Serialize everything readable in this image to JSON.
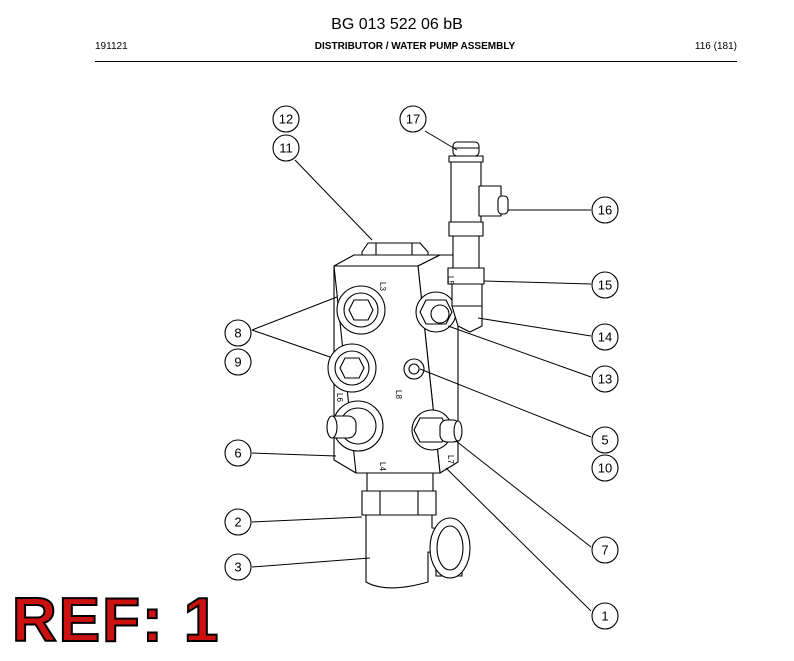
{
  "header": {
    "doc_title": "BG 013 522 06 bB",
    "date_code": "191121",
    "section_title": "DISTRIBUTOR / WATER PUMP ASSEMBLY",
    "page_indicator": "116 (181)"
  },
  "callouts": [
    "12",
    "11",
    "17",
    "16",
    "15",
    "14",
    "13",
    "8",
    "9",
    "5",
    "10",
    "6",
    "7",
    "2",
    "3",
    "1"
  ],
  "port_labels": [
    "L3",
    "L5",
    "L6",
    "L8",
    "L4",
    "L7"
  ],
  "ref_label": "REF: 1"
}
